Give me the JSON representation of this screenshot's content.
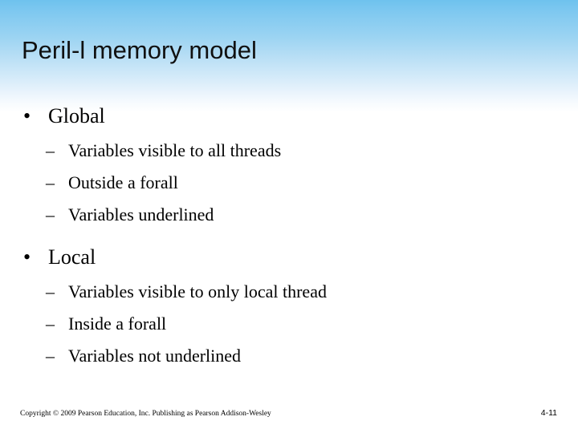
{
  "slide": {
    "title": "Peril-l memory model",
    "background": {
      "gradient_top_color": "#6ec2ee",
      "gradient_bottom_color": "#ffffff",
      "body_color": "#ffffff"
    },
    "text_color": "#000000"
  },
  "content": {
    "bullet_glyph": "•",
    "dash_glyph": "–",
    "sections": [
      {
        "heading": "Global",
        "items": [
          "Variables visible to all threads",
          "Outside a forall",
          "Variables underlined"
        ]
      },
      {
        "heading": "Local",
        "items": [
          "Variables visible to only local thread",
          "Inside a forall",
          "Variables not underlined"
        ]
      }
    ]
  },
  "footer": {
    "copyright": "Copyright © 2009 Pearson Education, Inc. Publishing as Pearson Addison-Wesley",
    "page_number": "4-11"
  }
}
